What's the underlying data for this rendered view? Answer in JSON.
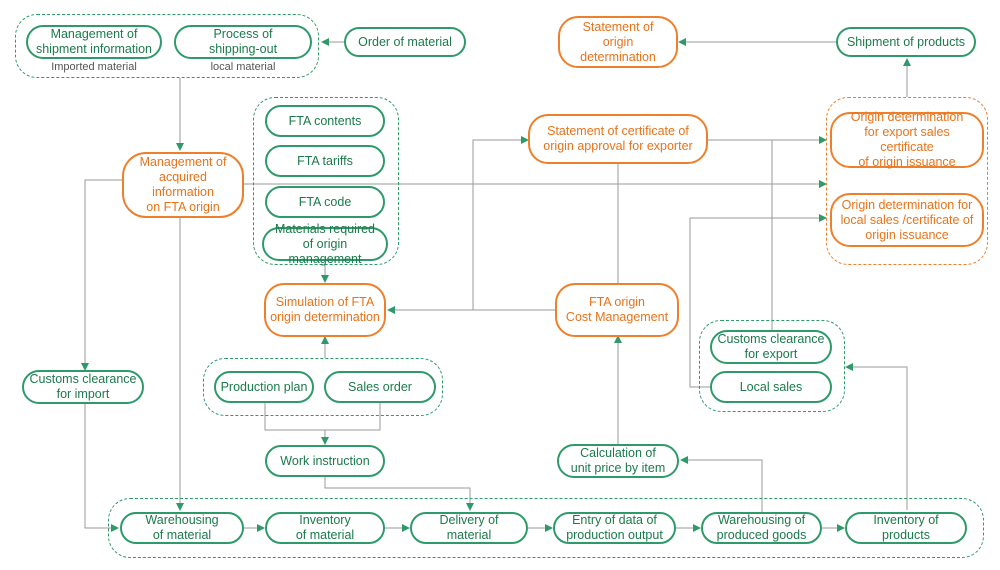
{
  "colors": {
    "green": "#2e9a6a",
    "orange": "#ee7f2b",
    "line": "#9a9a9a"
  },
  "nodes": {
    "mgmt_shipment": "Management of\nshipment information",
    "process_shipping": "Process of\nshipping-out",
    "order_material": "Order of material",
    "statement_origin": "Statement of\norigin determination",
    "shipment_products": "Shipment of products",
    "fta_contents": "FTA contents",
    "fta_tariffs": "FTA tariffs",
    "fta_code": "FTA code",
    "materials_required": "Materials required\nof origin management",
    "mgmt_acquired": "Management of\nacquired information\non FTA origin",
    "statement_certificate": "Statement of certificate of\norigin approval for exporter",
    "origin_export": "Origin determination\nfor export sales certificate\nof origin issuance",
    "origin_local": "Origin determination for\nlocal sales /certificate of\norigin issuance",
    "simulation": "Simulation of FTA\norigin determination",
    "fta_cost": "FTA origin\nCost Management",
    "customs_export": "Customs clearance\nfor export",
    "local_sales": "Local sales",
    "customs_import": "Customs clearance\nfor import",
    "production_plan": "Production plan",
    "sales_order": "Sales order",
    "work_instruction": "Work instruction",
    "calc_unit": "Calculation of\nunit price by item",
    "warehousing_material": "Warehousing\nof material",
    "inventory_material": "Inventory\nof material",
    "delivery_material": "Delivery of material",
    "entry_data": "Entry of data of\nproduction output",
    "warehousing_produced": "Warehousing of\nproduced goods",
    "inventory_products": "Inventory of products"
  },
  "notes": {
    "imported": "Imported material",
    "local": "local material"
  }
}
